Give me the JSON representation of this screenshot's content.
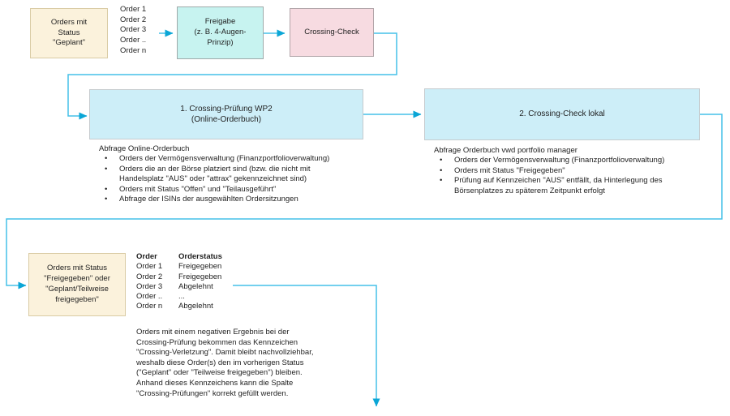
{
  "colors": {
    "connector_line": "#45C1E8",
    "arrowhead": "#0BA6D6",
    "planned_box_fill": "#FBF2DC",
    "planned_box_border": "#D9CBA4",
    "freigabe_box_fill": "#C7F3F0",
    "crossing_box_fill": "#F7DBE1",
    "check_box_fill": "#CDEEF8"
  },
  "boxes": {
    "planned": "Orders mit\nStatus\n\"Geplant\"",
    "freigabe": "Freigabe\n(z. B. 4-Augen-\nPrinzip)",
    "crossing_check": "Crossing-Check",
    "check1": "1. Crossing-Prüfung WP2\n(Online-Orderbuch)",
    "check2": "2. Crossing-Check lokal",
    "released": "Orders mit Status\n\"Freigegeben\" oder\n\"Geplant/Teilweise\nfreigegeben\""
  },
  "order_list": "Order 1\nOrder 2\nOrder 3\nOrder ..\nOrder n",
  "check1_details": {
    "heading": "Abfrage Online-Orderbuch",
    "bullets": [
      "Orders der Vermögensverwaltung (Finanzportfolioverwaltung)",
      "Orders die an der Börse platziert sind (bzw. die nicht mit\nHandelsplatz \"AUS\" oder \"attrax\" gekennzeichnet sind)",
      "Orders mit Status \"Offen\" und \"Teilausgeführt\"",
      "Abfrage der ISINs der ausgewählten Ordersitzungen"
    ]
  },
  "check2_details": {
    "heading": "Abfrage Orderbuch vwd portfolio manager",
    "bullets": [
      "Orders der Vermögensverwaltung (Finanzportfolioverwaltung)",
      "Orders mit Status \"Freigegeben\"",
      "Prüfung auf Kennzeichen \"AUS\" entfällt, da Hinterlegung des\nBörsenplatzes zu späterem Zeitpunkt erfolgt"
    ]
  },
  "order_table": {
    "headers": [
      "Order",
      "Orderstatus"
    ],
    "rows": [
      [
        "Order 1",
        "Freigegeben"
      ],
      [
        "Order 2",
        "Freigegeben"
      ],
      [
        "Order 3",
        "Abgelehnt"
      ],
      [
        "Order ..",
        "..."
      ],
      [
        "Order n",
        "Abgelehnt"
      ]
    ]
  },
  "note": "Orders mit einem negativen Ergebnis bei der\nCrossing-Prüfung bekommen das Kennzeichen\n\"Crossing-Verletzung\". Damit bleibt nachvollziehbar,\nweshalb diese Order(s) den im vorherigen Status\n(\"Geplant\" oder \"Teilweise freigegeben\") bleiben.\nAnhand dieses Kennzeichens kann die Spalte\n\"Crossing-Prüfungen\" korrekt gefüllt werden."
}
